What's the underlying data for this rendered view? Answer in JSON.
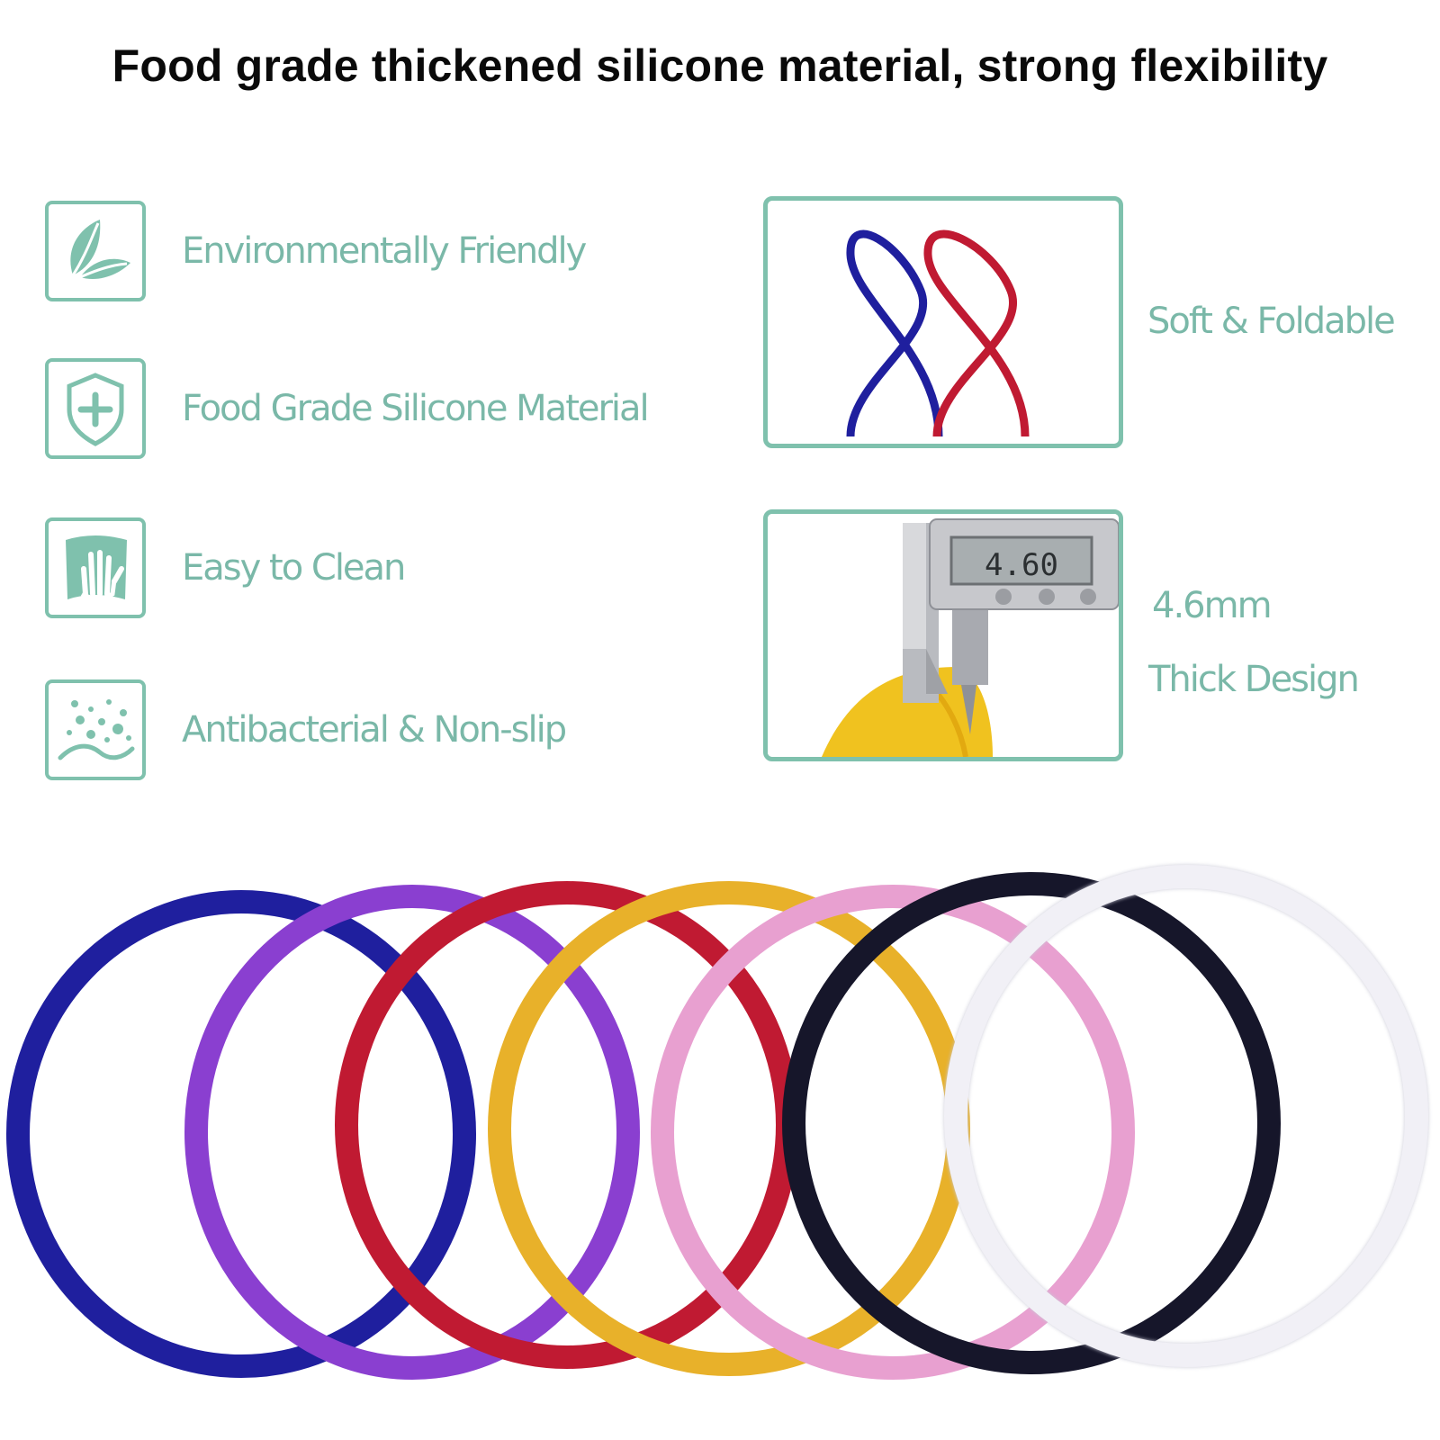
{
  "headline": "Food grade thickened silicone material, strong flexibility",
  "features": [
    {
      "icon": "leaf-icon",
      "label": "Environmentally Friendly"
    },
    {
      "icon": "shield-plus-icon",
      "label": "Food Grade Silicone Material"
    },
    {
      "icon": "hand-wipe-icon",
      "label": "Easy to Clean"
    },
    {
      "icon": "particles-icon",
      "label": "Antibacterial & Non-slip"
    }
  ],
  "photos": {
    "foldable": {
      "label": "Soft & Foldable"
    },
    "thickness": {
      "reading": "4.60",
      "label_line1": "4.6mm",
      "label_line2": "Thick Design"
    }
  },
  "rings": [
    {
      "color": "#1f1f9e"
    },
    {
      "color": "#8a3fd0"
    },
    {
      "color": "#c01a32"
    },
    {
      "color": "#e8b12a"
    },
    {
      "color": "#e8a0d0"
    },
    {
      "color": "#16162a"
    },
    {
      "color": "#f1f0f6"
    }
  ],
  "accent_color": "#7fc1ad"
}
